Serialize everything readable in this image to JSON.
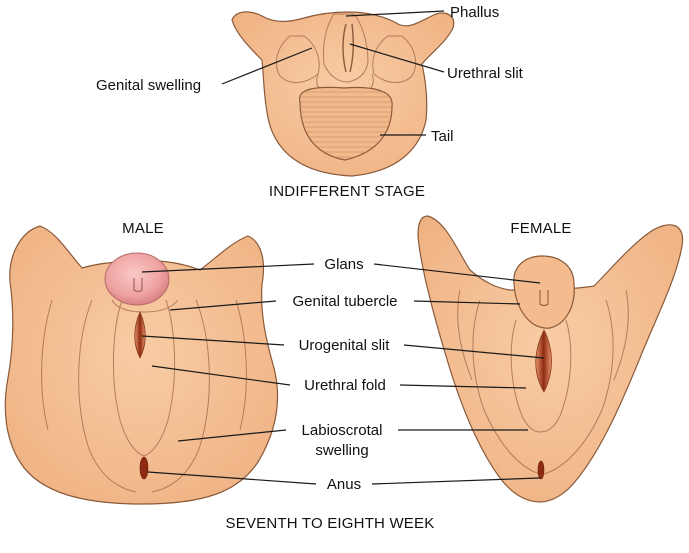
{
  "colors": {
    "skin": "#F5C195",
    "skin_dark": "#E9A878",
    "outline": "#8A5A3A",
    "glans": "#EEA3A1",
    "slit": "#8E2B12",
    "text": "#111111",
    "background": "#FFFFFF"
  },
  "top": {
    "caption": "INDIFFERENT STAGE",
    "labels": {
      "phallus": "Phallus",
      "urethral_slit": "Urethral slit",
      "genital_swelling": "Genital swelling",
      "tail": "Tail"
    }
  },
  "bottom": {
    "male_heading": "MALE",
    "female_heading": "FEMALE",
    "caption": "SEVENTH TO EIGHTH WEEK",
    "labels": {
      "glans": "Glans",
      "genital_tubercle": "Genital tubercle",
      "urogenital_slit": "Urogenital slit",
      "urethral_fold": "Urethral fold",
      "labioscrotal_swelling_line1": "Labioscrotal",
      "labioscrotal_swelling_line2": "swelling",
      "anus": "Anus"
    }
  }
}
